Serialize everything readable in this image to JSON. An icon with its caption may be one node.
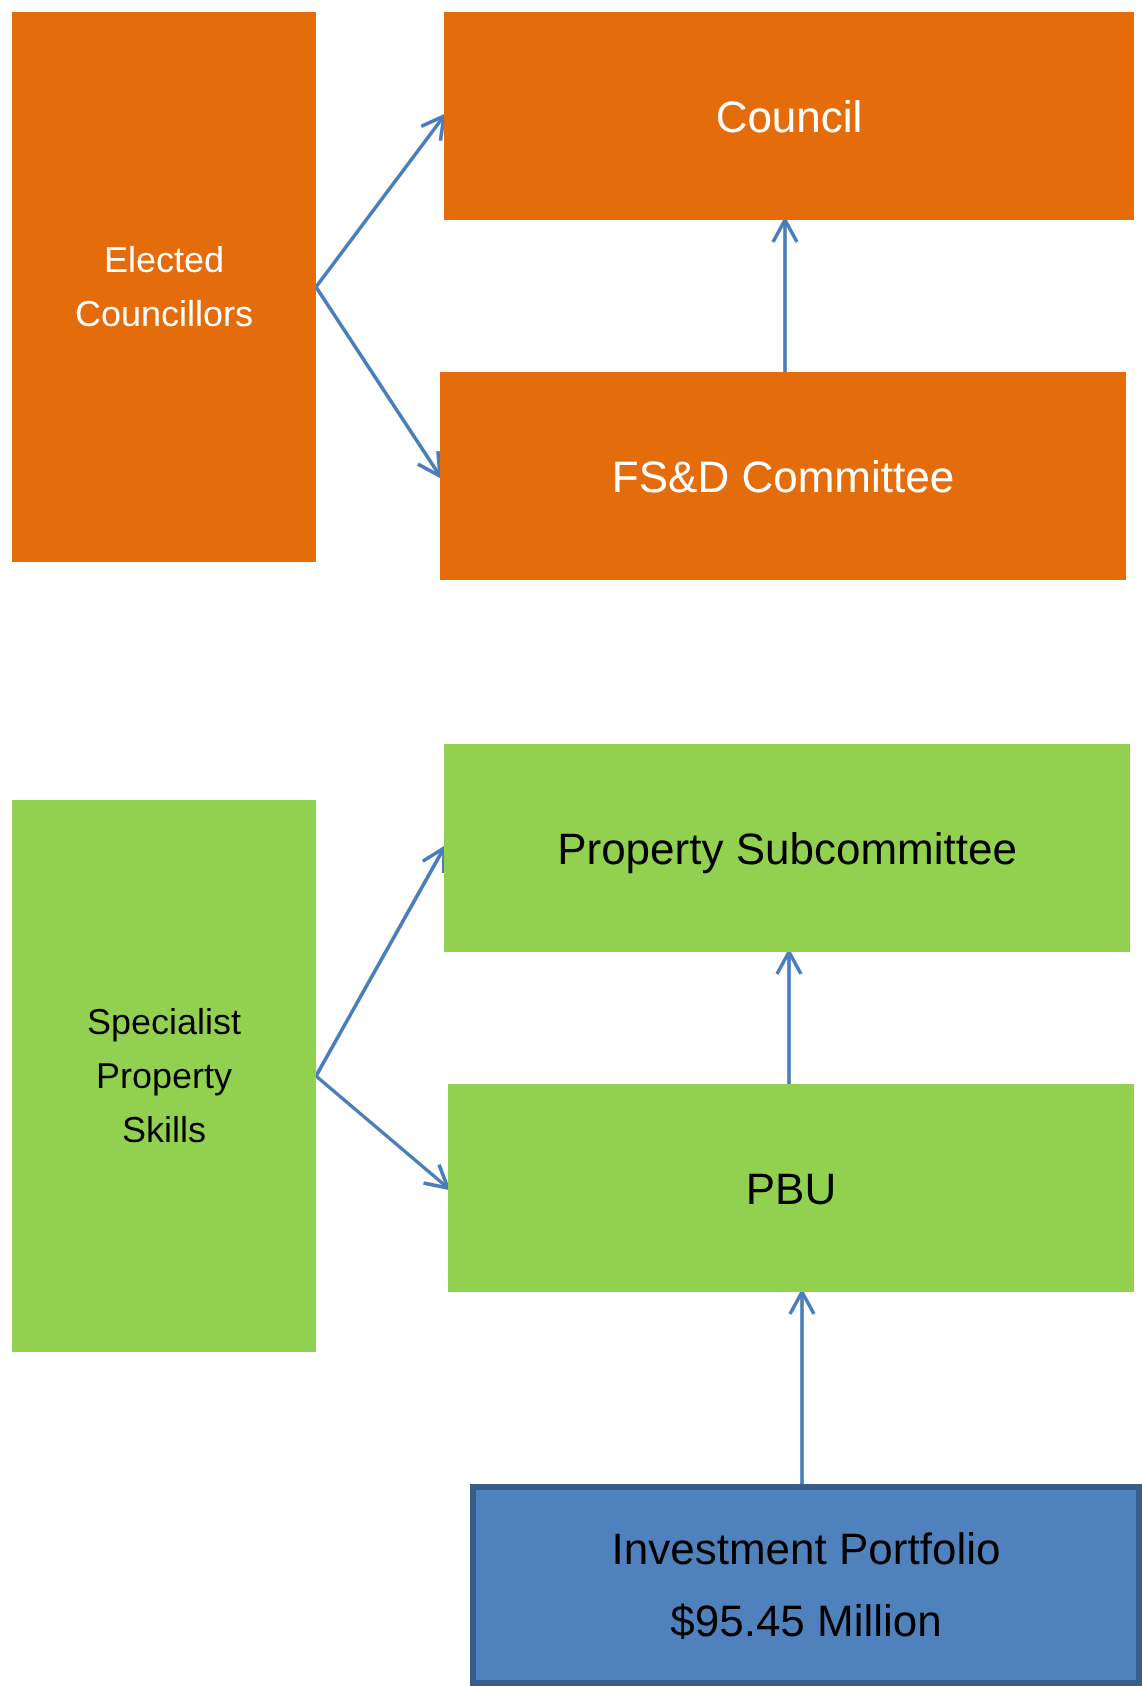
{
  "diagram": {
    "nodes": [
      {
        "text": [
          "Elected Councillors"
        ]
      },
      {
        "text": [
          "Council"
        ]
      },
      {
        "text": [
          "FS&D Committee"
        ]
      },
      {
        "text": [
          "Specialist Property Skills"
        ]
      },
      {
        "text": [
          "Property Subcommittee"
        ]
      },
      {
        "text": [
          "PBU"
        ]
      },
      {
        "text": [
          "Investment Portfolio $95.45 Million"
        ]
      }
    ],
    "edges": [
      {
        "from": 0,
        "to": 1,
        "arrow": "to"
      },
      {
        "from": 0,
        "to": 2,
        "arrow": "to"
      },
      {
        "from": 2,
        "to": 1,
        "arrow": "to"
      },
      {
        "from": 3,
        "to": 4,
        "arrow": "to"
      },
      {
        "from": 3,
        "to": 5,
        "arrow": "to"
      },
      {
        "from": 5,
        "to": 4,
        "arrow": "to"
      },
      {
        "from": 6,
        "to": 5,
        "arrow": "to"
      }
    ]
  }
}
